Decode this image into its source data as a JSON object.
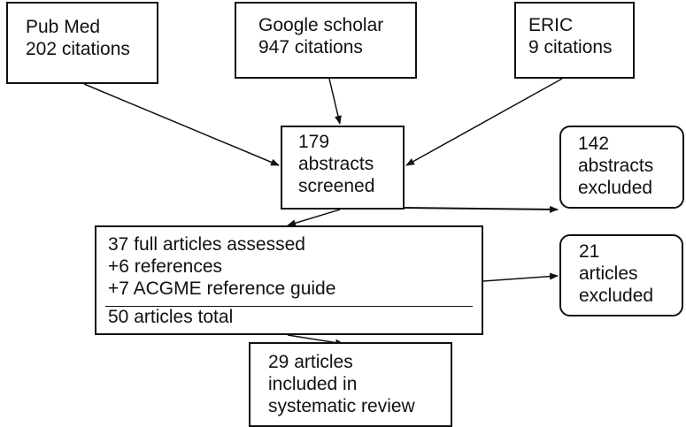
{
  "sources": {
    "pubmed": {
      "name": "Pub Med",
      "count": "202 citations"
    },
    "scholar": {
      "name": "Google scholar",
      "count": "947 citations"
    },
    "eric": {
      "name": "ERIC",
      "count": "9 citations"
    }
  },
  "screening": {
    "lines": [
      "179",
      "abstracts",
      "screened"
    ]
  },
  "abstracts_excluded": {
    "lines": [
      "142",
      "abstracts",
      "excluded"
    ]
  },
  "assessment": {
    "lines": [
      "37 full articles assessed",
      "+6 references",
      "+7 ACGME reference guide"
    ],
    "total": "50 articles total"
  },
  "articles_excluded": {
    "lines": [
      "21",
      "articles",
      "excluded"
    ]
  },
  "included": {
    "lines": [
      "29 articles",
      "included in",
      "systematic review"
    ]
  }
}
